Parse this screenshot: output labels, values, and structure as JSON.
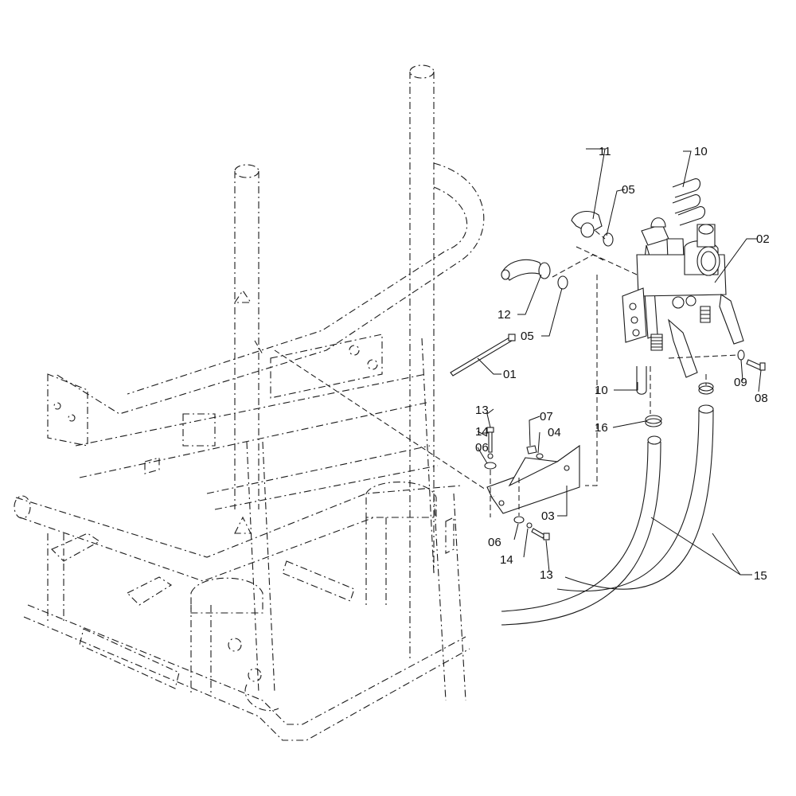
{
  "labels": {
    "l01": "01",
    "l02": "02",
    "l03": "03",
    "l04": "04",
    "l05a": "05",
    "l05b": "05",
    "l06a": "06",
    "l06b": "06",
    "l07": "07",
    "l08": "08",
    "l09": "09",
    "l10a": "10",
    "l10b": "10",
    "l11": "11",
    "l12": "12",
    "l13a": "13",
    "l13b": "13",
    "l14a": "14",
    "l14b": "14",
    "l15": "15",
    "l16": "16"
  }
}
